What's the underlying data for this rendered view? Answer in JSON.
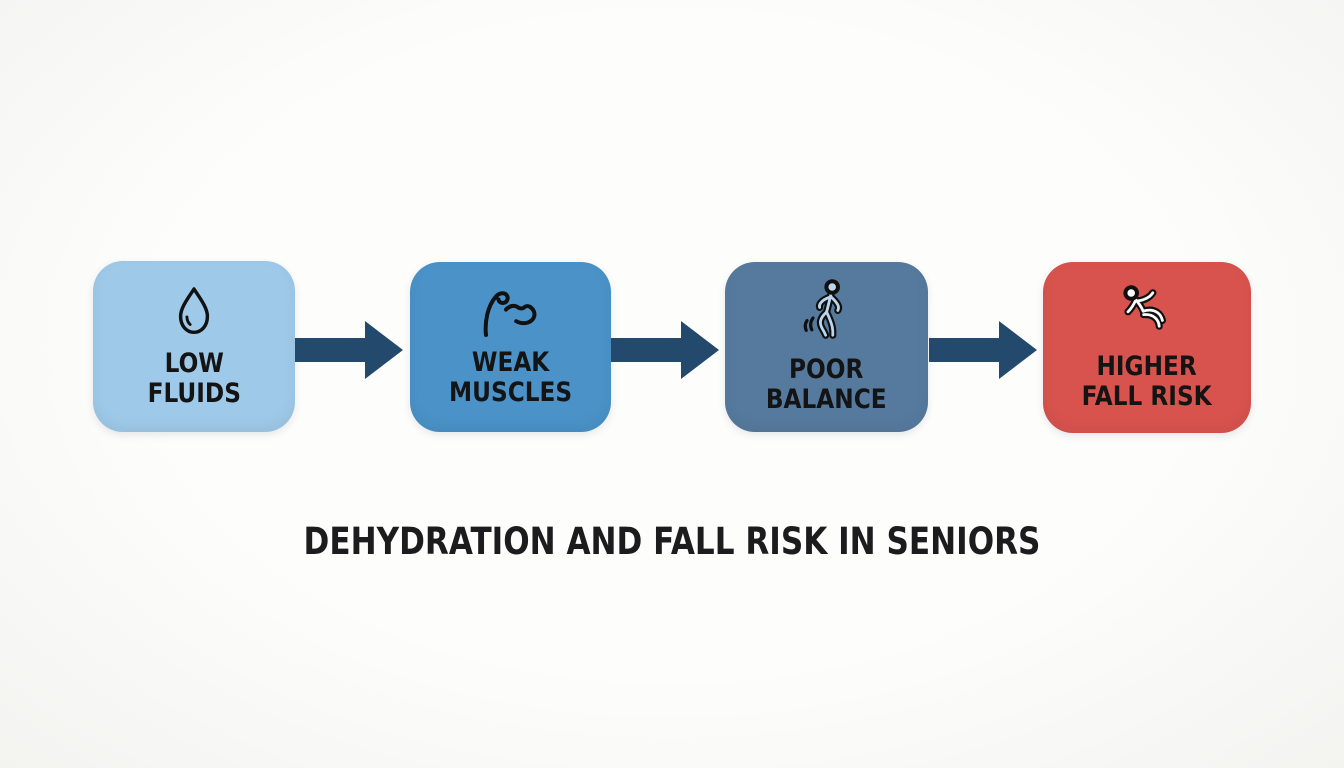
{
  "background_color": "#fbfbf9",
  "title": {
    "text": "DEHYDRATION AND FALL RISK IN SENIORS",
    "color": "#1c1c1e"
  },
  "flow": {
    "arrow_color": "#234a6c",
    "icon_stroke_color": "#111111",
    "steps": [
      {
        "label_line1": "LOW",
        "label_line2": "FLUIDS",
        "icon": "water-droplet-icon",
        "color": "#9ec9e8",
        "text_color": "#141414"
      },
      {
        "label_line1": "WEAK",
        "label_line2": "MUSCLES",
        "icon": "flexed-bicep-icon",
        "color": "#4a92c8",
        "text_color": "#141414"
      },
      {
        "label_line1": "POOR",
        "label_line2": "BALANCE",
        "icon": "stumbling-person-icon",
        "color": "#567a9e",
        "text_color": "#141414",
        "icon_fill": "#b9d6ec"
      },
      {
        "label_line1": "HIGHER",
        "label_line2": "FALL RISK",
        "icon": "falling-person-icon",
        "color": "#d8534e",
        "text_color": "#141414",
        "icon_fill": "#ffffff"
      }
    ]
  }
}
